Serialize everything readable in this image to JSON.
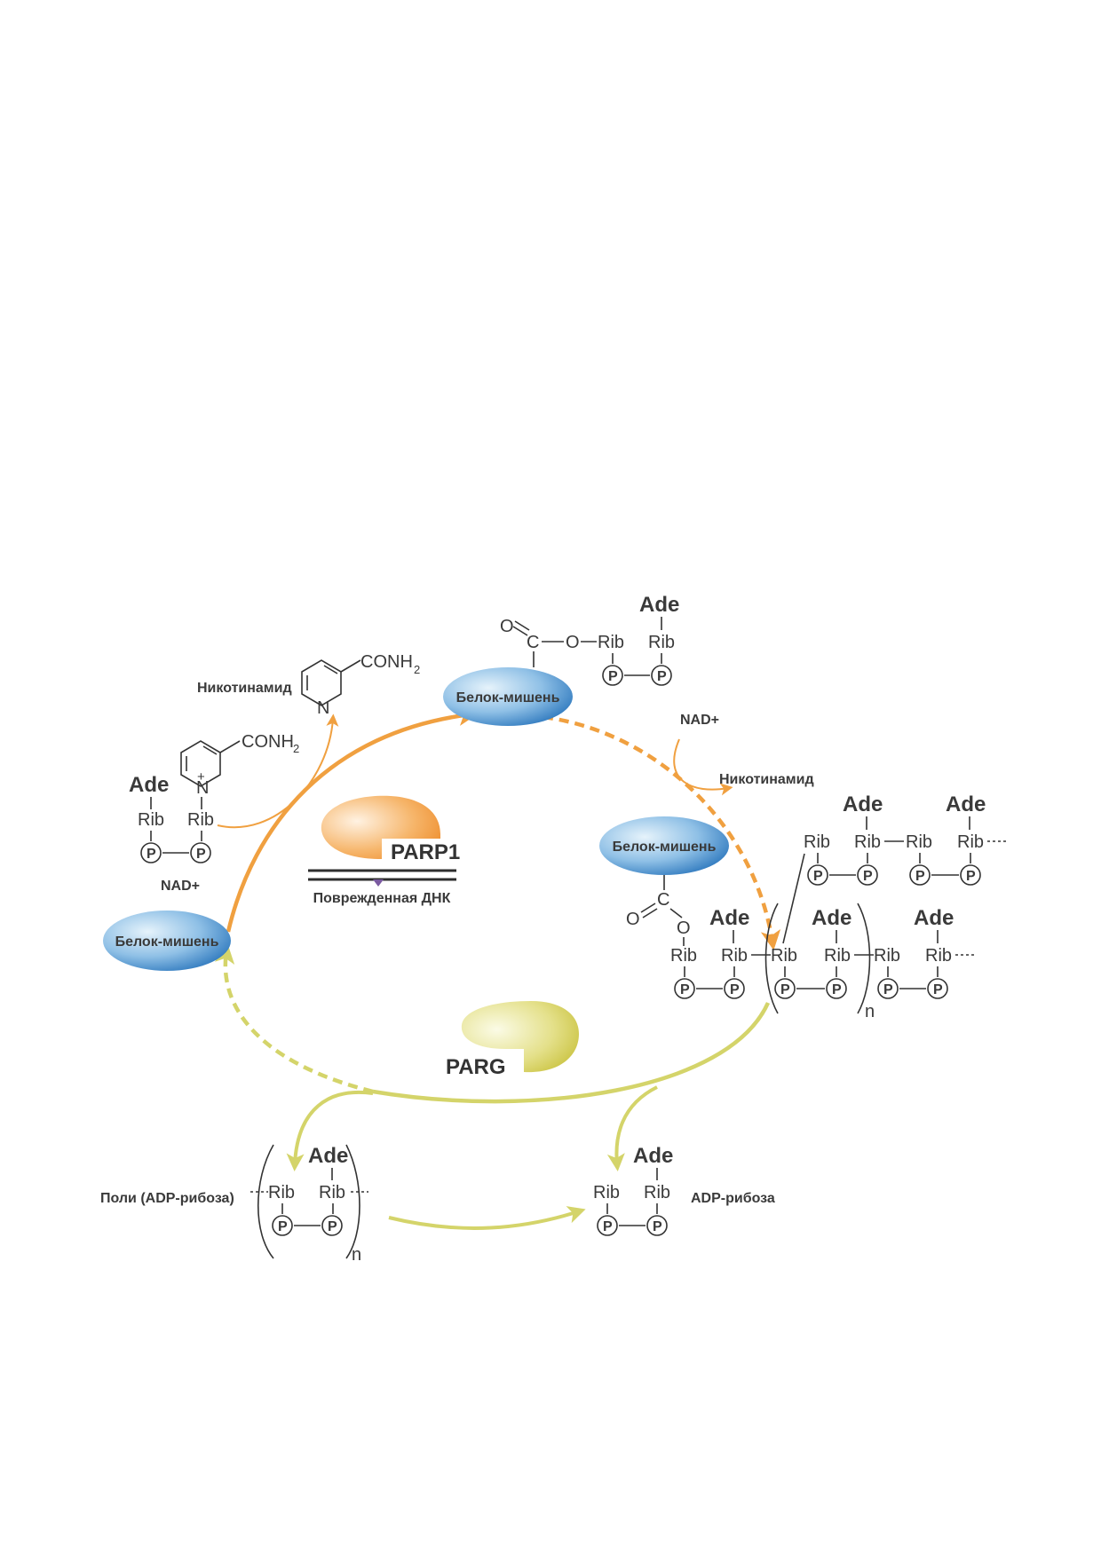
{
  "labels": {
    "target_protein": "Белок-мишень",
    "nicotinamide": "Никотинамид",
    "nad_plus": "NAD+",
    "parp1": "PARP1",
    "damaged_dna": "Поврежденная ДНК",
    "parg": "PARG",
    "poly_adp_ribose": "Поли (ADP-рибоза)",
    "adp_ribose": "ADP-рибоза",
    "conh2": "CONH",
    "sub2": "2",
    "ade": "Ade",
    "rib": "Rib",
    "phos": "P",
    "n_atom": "N",
    "plus": "+",
    "o_atom": "O",
    "c_atom": "C",
    "sub_n": "n"
  },
  "colors": {
    "orange_arrow": "#f0a040",
    "yellow_arrow": "#d4d46a",
    "protein_light": "#d8ecf8",
    "protein_dark": "#3a86c8",
    "parp1_light": "#fde6c8",
    "parp1_dark": "#f0983a",
    "parg_light": "#f7f6cc",
    "parg_dark": "#d2cc4a",
    "dna_mark": "#7a5aa0"
  }
}
